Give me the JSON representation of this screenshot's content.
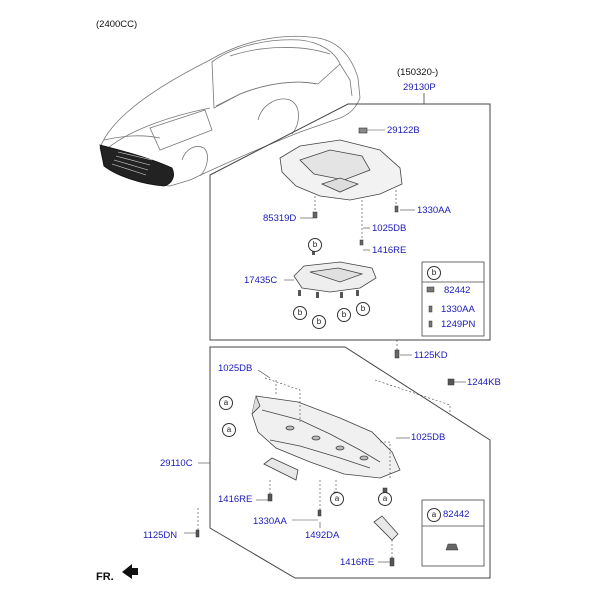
{
  "header": {
    "engine": "(2400CC)"
  },
  "upper_group": {
    "date_code": "(150320-)",
    "part": "29130P",
    "labels": {
      "p29122B": "29122B",
      "p1330AA": "1330AA",
      "p85319D": "85319D",
      "p1025DB": "1025DB",
      "p1416RE": "1416RE",
      "p17435C": "17435C",
      "p1125KD": "1125KD"
    },
    "callout_letter": "b",
    "legend": {
      "letter": "b",
      "items": [
        "82442",
        "1330AA",
        "1249PN"
      ]
    }
  },
  "lower_group": {
    "part": "29110C",
    "labels": {
      "p1025DB_left": "1025DB",
      "p1025DB_right": "1025DB",
      "p1244KB": "1244KB",
      "p1416RE_left": "1416RE",
      "p1416RE_bottom": "1416RE",
      "p1330AA": "1330AA",
      "p1492DA": "1492DA",
      "p1125DN": "1125DN"
    },
    "callout_letter": "a",
    "legend": {
      "letter": "a",
      "item": "82442"
    }
  },
  "direction": "FR."
}
